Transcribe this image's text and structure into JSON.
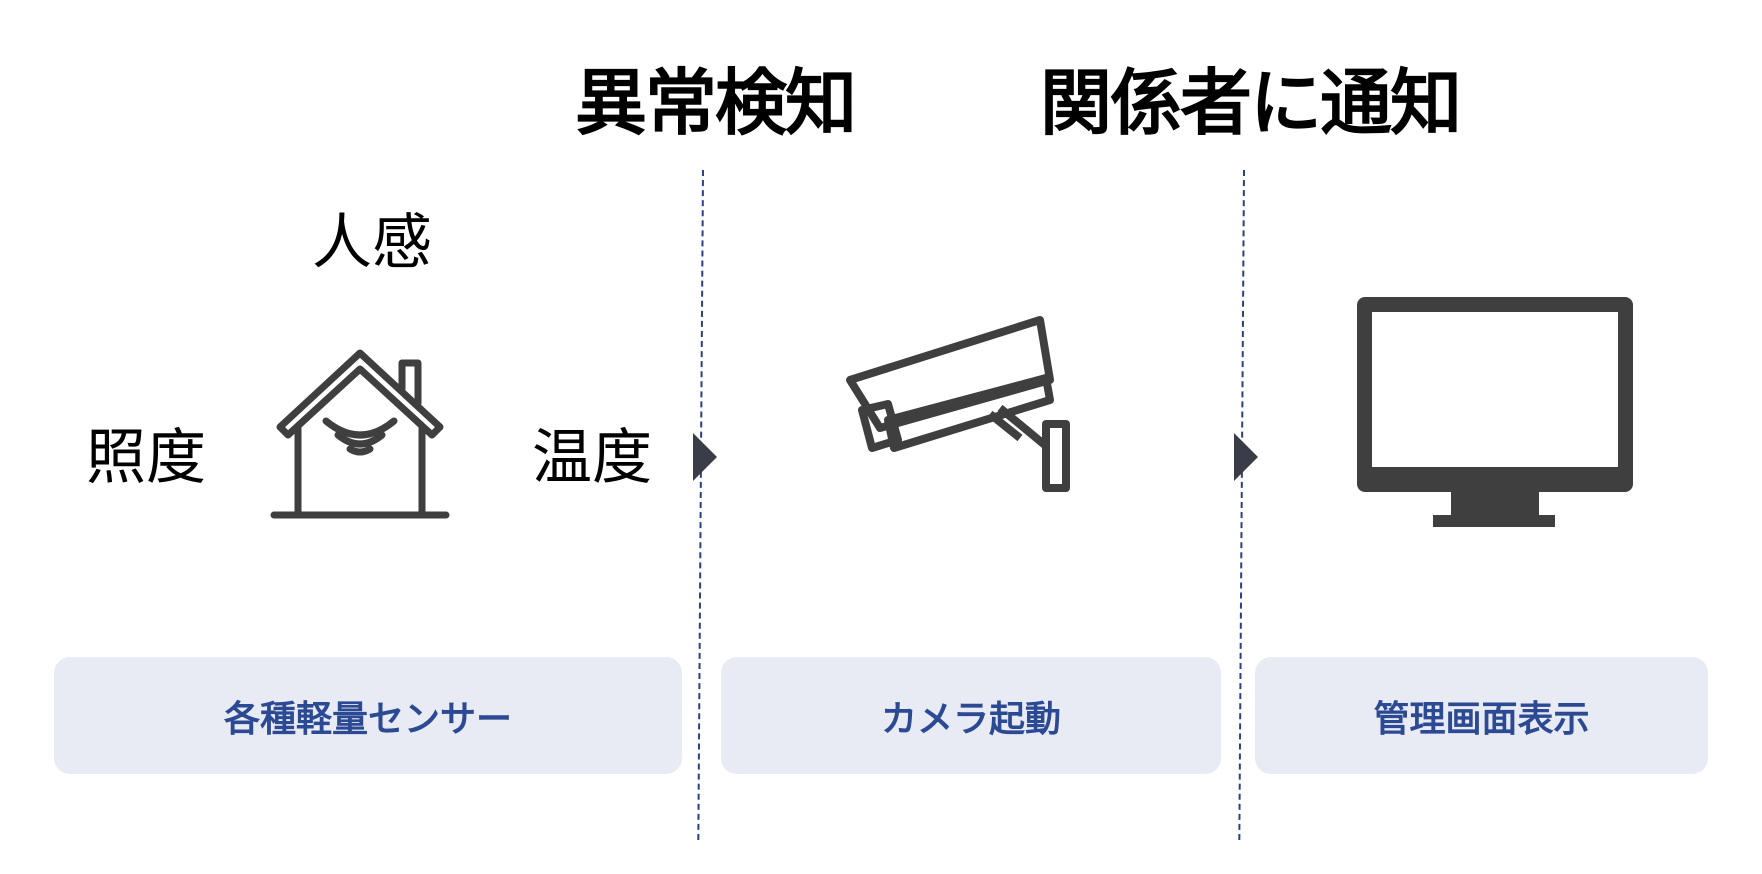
{
  "headings": {
    "detect": "異常検知",
    "notify": "関係者に通知"
  },
  "sensors": {
    "human": "人感",
    "light": "照度",
    "temperature": "温度"
  },
  "cards": {
    "sensor": "各種軽量センサー",
    "camera": "カメラ起動",
    "screen": "管理画面表示"
  },
  "icons": {
    "house": "smart-home-icon",
    "camera": "security-camera-icon",
    "monitor": "monitor-icon"
  },
  "colors": {
    "icon": "#3f3f3f",
    "divider": "#2b3f86",
    "card_bg": "#e8ebf4",
    "card_text": "#2b4a93",
    "arrow": "#3a3d48"
  }
}
